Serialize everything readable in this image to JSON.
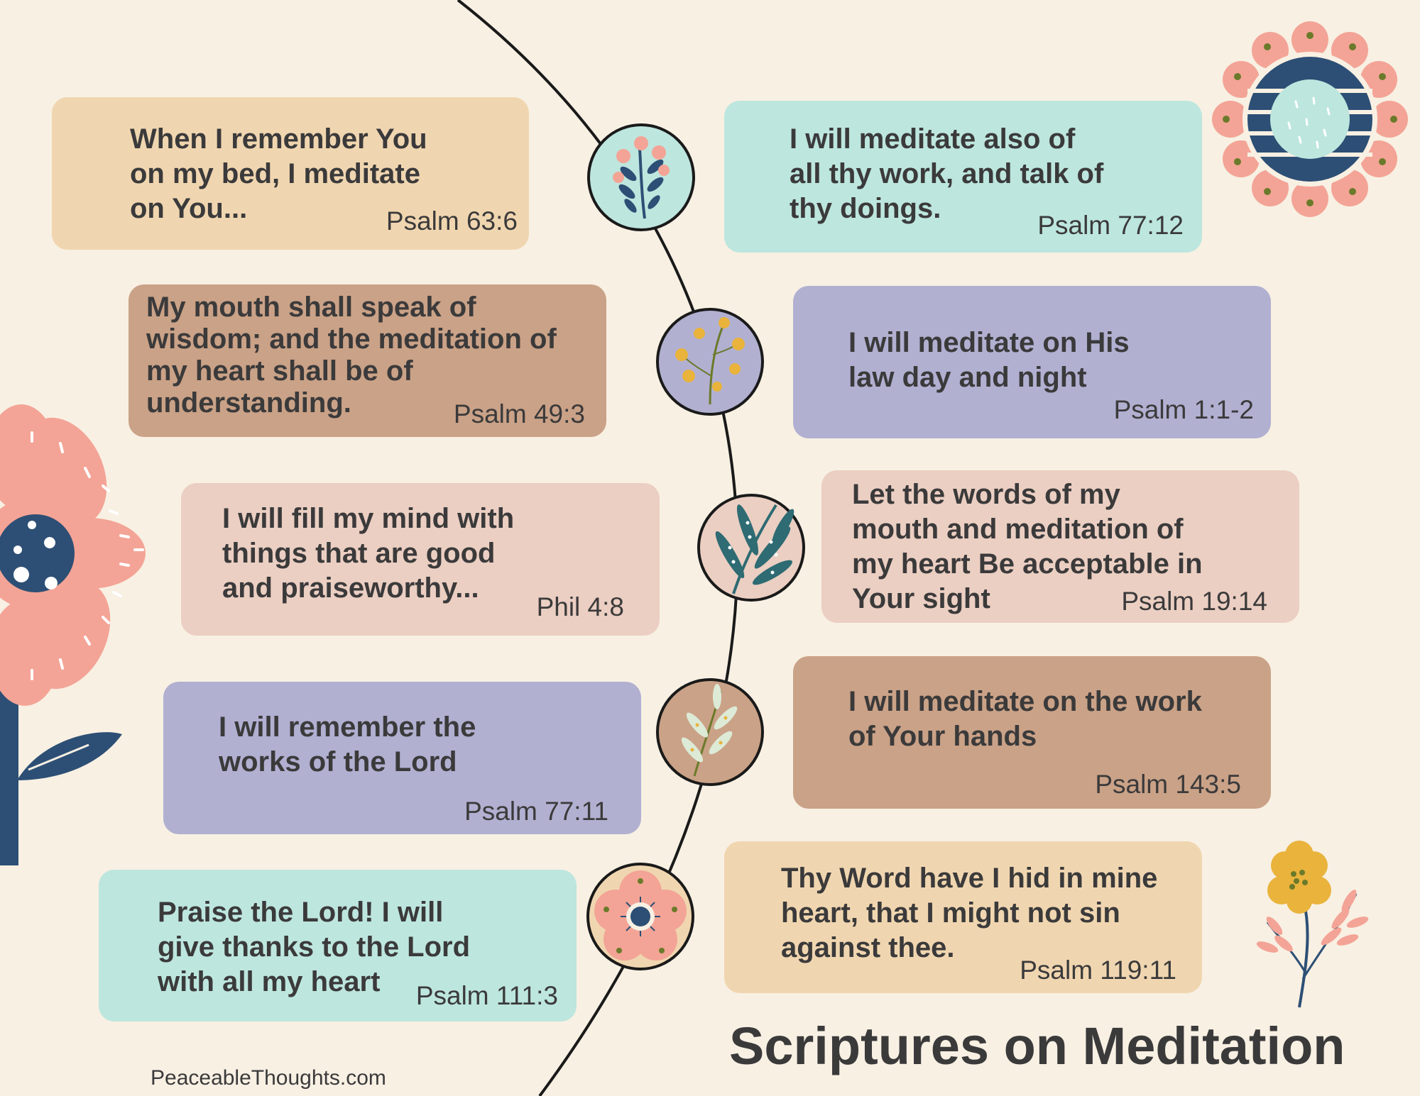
{
  "title": "Scriptures on Meditation",
  "website": "PeaceableThoughts.com",
  "colors": {
    "background": "#f8f0e3",
    "peach": "#f0d6b0",
    "mint": "#bde6de",
    "terracotta": "#caa287",
    "lavender": "#b1b0d1",
    "blush": "#ebcfc2",
    "navy": "#2d4f75",
    "coral": "#f3a496",
    "text": "#3b3a3b"
  },
  "cards": [
    {
      "quote": "When I remember You\non my bed, I meditate\non You...",
      "ref": "Psalm 63:6"
    },
    {
      "quote": "I will meditate also of\nall thy work, and talk of\nthy doings.",
      "ref": "Psalm 77:12"
    },
    {
      "quote": "My mouth shall speak of\nwisdom; and the meditation of\nmy heart shall be of\nunderstanding.",
      "ref": "Psalm 49:3"
    },
    {
      "quote": "I will meditate on His\nlaw day and night",
      "ref": "Psalm 1:1-2"
    },
    {
      "quote": "I will fill my mind with\nthings that are good\nand praiseworthy...",
      "ref": "Phil 4:8"
    },
    {
      "quote": "Let the words of my\nmouth and meditation of\nmy heart Be acceptable in\nYour sight",
      "ref": "Psalm 19:14"
    },
    {
      "quote": "I will remember the\nworks of the Lord",
      "ref": "Psalm 77:11"
    },
    {
      "quote": "I will meditate on the work\nof Your hands",
      "ref": "Psalm 143:5"
    },
    {
      "quote": "Praise the Lord!  I will\ngive thanks to the Lord\nwith all my heart",
      "ref": "Psalm 111:3"
    },
    {
      "quote": "Thy Word have I hid in mine\nheart, that I might not sin\nagainst thee.",
      "ref": "Psalm 119:11"
    }
  ],
  "medallions": [
    {
      "icon": "flower-sprig-icon"
    },
    {
      "icon": "yellow-flower-sprig-icon"
    },
    {
      "icon": "leaf-frond-icon"
    },
    {
      "icon": "olive-leaf-icon"
    },
    {
      "icon": "pink-flower-icon"
    }
  ],
  "decorations": [
    {
      "icon": "large-coral-flower-icon"
    },
    {
      "icon": "sun-flower-icon"
    },
    {
      "icon": "yellow-flower-sprig-icon"
    }
  ]
}
